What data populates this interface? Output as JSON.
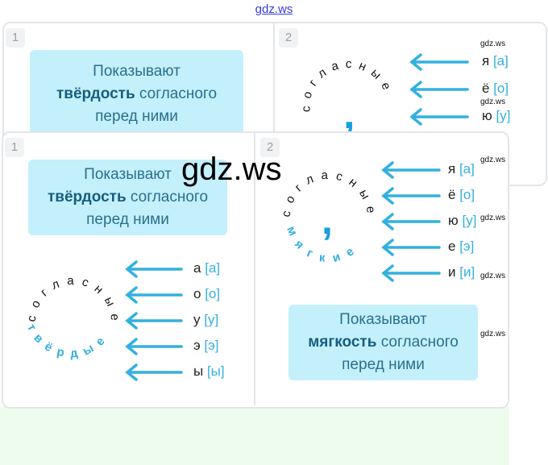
{
  "watermark_top": "gdz.ws",
  "watermark_big": "gdz.ws",
  "watermark_small": "gdz.ws",
  "callout": {
    "line1": "Показывают",
    "hard_word": "твёрдость",
    "soft_word": "мягкость",
    "rest": " согласного",
    "line3": "перед ними"
  },
  "circle": {
    "consonants": "согласные",
    "hard": "твёрдые",
    "soft": "мягкие",
    "comma": ","
  },
  "panel1": {
    "number": "1",
    "rows": [
      {
        "letter": "а",
        "sound": "[а]"
      },
      {
        "letter": "о",
        "sound": "[о]"
      },
      {
        "letter": "у",
        "sound": "[у]"
      },
      {
        "letter": "э",
        "sound": "[э]"
      },
      {
        "letter": "ы",
        "sound": "[ы]"
      }
    ]
  },
  "panel2": {
    "number": "2",
    "rows": [
      {
        "letter": "я",
        "sound": "[а]"
      },
      {
        "letter": "ё",
        "sound": "[о]"
      },
      {
        "letter": "ю",
        "sound": "[у]"
      },
      {
        "letter": "е",
        "sound": "[э]"
      },
      {
        "letter": "и",
        "sound": "[и]"
      }
    ]
  },
  "colors": {
    "accent": "#33b0e0",
    "callout_bg": "#c4f0fb"
  }
}
